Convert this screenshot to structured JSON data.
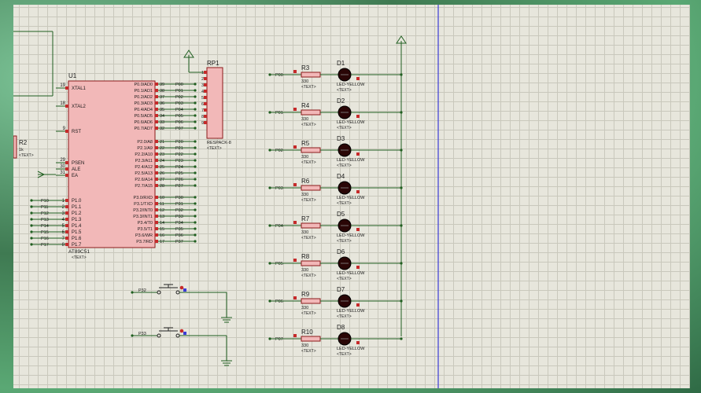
{
  "mcu": {
    "ref": "U1",
    "part": "AT89C51",
    "placeholder": "<TEXT>",
    "left_pins": [
      {
        "num": "19",
        "name": "XTAL1"
      },
      {
        "num": "18",
        "name": "XTAL2"
      },
      {
        "num": "9",
        "name": "RST"
      },
      {
        "num": "29",
        "name": "PSEN"
      },
      {
        "num": "30",
        "name": "ALE"
      },
      {
        "num": "31",
        "name": "EA"
      }
    ],
    "p1_pins": [
      {
        "num": "1",
        "name": "P1.0",
        "net": "P10"
      },
      {
        "num": "2",
        "name": "P1.1",
        "net": "P11"
      },
      {
        "num": "3",
        "name": "P1.2",
        "net": "P12"
      },
      {
        "num": "4",
        "name": "P1.3",
        "net": "P13"
      },
      {
        "num": "5",
        "name": "P1.4",
        "net": "P14"
      },
      {
        "num": "6",
        "name": "P1.5",
        "net": "P15"
      },
      {
        "num": "7",
        "name": "P1.6",
        "net": "P16"
      },
      {
        "num": "8",
        "name": "P1.7",
        "net": "P17"
      }
    ],
    "p0_pins": [
      {
        "num": "39",
        "name": "P0.0/AD0",
        "net": "P00"
      },
      {
        "num": "38",
        "name": "P0.1/AD1",
        "net": "P01"
      },
      {
        "num": "37",
        "name": "P0.2/AD2",
        "net": "P02"
      },
      {
        "num": "36",
        "name": "P0.3/AD3",
        "net": "P03"
      },
      {
        "num": "35",
        "name": "P0.4/AD4",
        "net": "P04"
      },
      {
        "num": "34",
        "name": "P0.5/AD5",
        "net": "P05"
      },
      {
        "num": "33",
        "name": "P0.6/AD6",
        "net": "P06"
      },
      {
        "num": "32",
        "name": "P0.7/AD7",
        "net": "P07"
      }
    ],
    "p2_pins": [
      {
        "num": "21",
        "name": "P2.0/A8",
        "net": "P20"
      },
      {
        "num": "22",
        "name": "P2.1/A9",
        "net": "P21"
      },
      {
        "num": "23",
        "name": "P2.2/A10",
        "net": "P22"
      },
      {
        "num": "24",
        "name": "P2.3/A11",
        "net": "P23"
      },
      {
        "num": "25",
        "name": "P2.4/A12",
        "net": "P24"
      },
      {
        "num": "26",
        "name": "P2.5/A13",
        "net": "P25"
      },
      {
        "num": "27",
        "name": "P2.6/A14",
        "net": "P26"
      },
      {
        "num": "28",
        "name": "P2.7/A15",
        "net": "P27"
      }
    ],
    "p3_pins": [
      {
        "num": "10",
        "name": "P3.0/RXD",
        "net": "P30"
      },
      {
        "num": "11",
        "name": "P3.1/TXD",
        "net": "P31"
      },
      {
        "num": "12",
        "name": "P3.2/INT0",
        "net": "P32"
      },
      {
        "num": "13",
        "name": "P3.3/INT1",
        "net": "P33"
      },
      {
        "num": "14",
        "name": "P3.4/T0",
        "net": "P34"
      },
      {
        "num": "15",
        "name": "P3.5/T1",
        "net": "P35"
      },
      {
        "num": "16",
        "name": "P3.6/WR",
        "net": "P36"
      },
      {
        "num": "17",
        "name": "P3.7/RD",
        "net": "P37"
      }
    ]
  },
  "rpack": {
    "ref": "RP1",
    "part": "RESPACK-8",
    "placeholder": "<TEXT>",
    "pins": [
      "1",
      "2",
      "3",
      "4",
      "5",
      "6",
      "7",
      "8",
      "9"
    ]
  },
  "r2": {
    "ref": "R2",
    "value": "1k",
    "placeholder": "<TEXT>"
  },
  "led_rows": [
    {
      "net": "P00",
      "res": "R3",
      "value": "330",
      "led": "D1",
      "part": "LED-YELLOW",
      "placeholder": "<TEXT>"
    },
    {
      "net": "P01",
      "res": "R4",
      "value": "330",
      "led": "D2",
      "part": "LED-YELLOW",
      "placeholder": "<TEXT>"
    },
    {
      "net": "P02",
      "res": "R5",
      "value": "330",
      "led": "D3",
      "part": "LED-YELLOW",
      "placeholder": "<TEXT>"
    },
    {
      "net": "P03",
      "res": "R6",
      "value": "330",
      "led": "D4",
      "part": "LED-YELLOW",
      "placeholder": "<TEXT>"
    },
    {
      "net": "P04",
      "res": "R7",
      "value": "330",
      "led": "D5",
      "part": "LED-YELLOW",
      "placeholder": "<TEXT>"
    },
    {
      "net": "P05",
      "res": "R8",
      "value": "330",
      "led": "D6",
      "part": "LED-YELLOW",
      "placeholder": "<TEXT>"
    },
    {
      "net": "P06",
      "res": "R9",
      "value": "330",
      "led": "D7",
      "part": "LED-YELLOW",
      "placeholder": "<TEXT>"
    },
    {
      "net": "P07",
      "res": "R10",
      "value": "330",
      "led": "D8",
      "part": "LED-YELLOW",
      "placeholder": "<TEXT>"
    }
  ],
  "buttons": [
    {
      "net": "P32"
    },
    {
      "net": "P33"
    }
  ],
  "colors": {
    "wire": "#1f5e1f",
    "body_fill": "#f2b8b8",
    "body_stroke": "#8b1a1a",
    "pin_red": "#c62a2a",
    "led": "#2a0606",
    "blue_line": "#3b3bd6"
  }
}
